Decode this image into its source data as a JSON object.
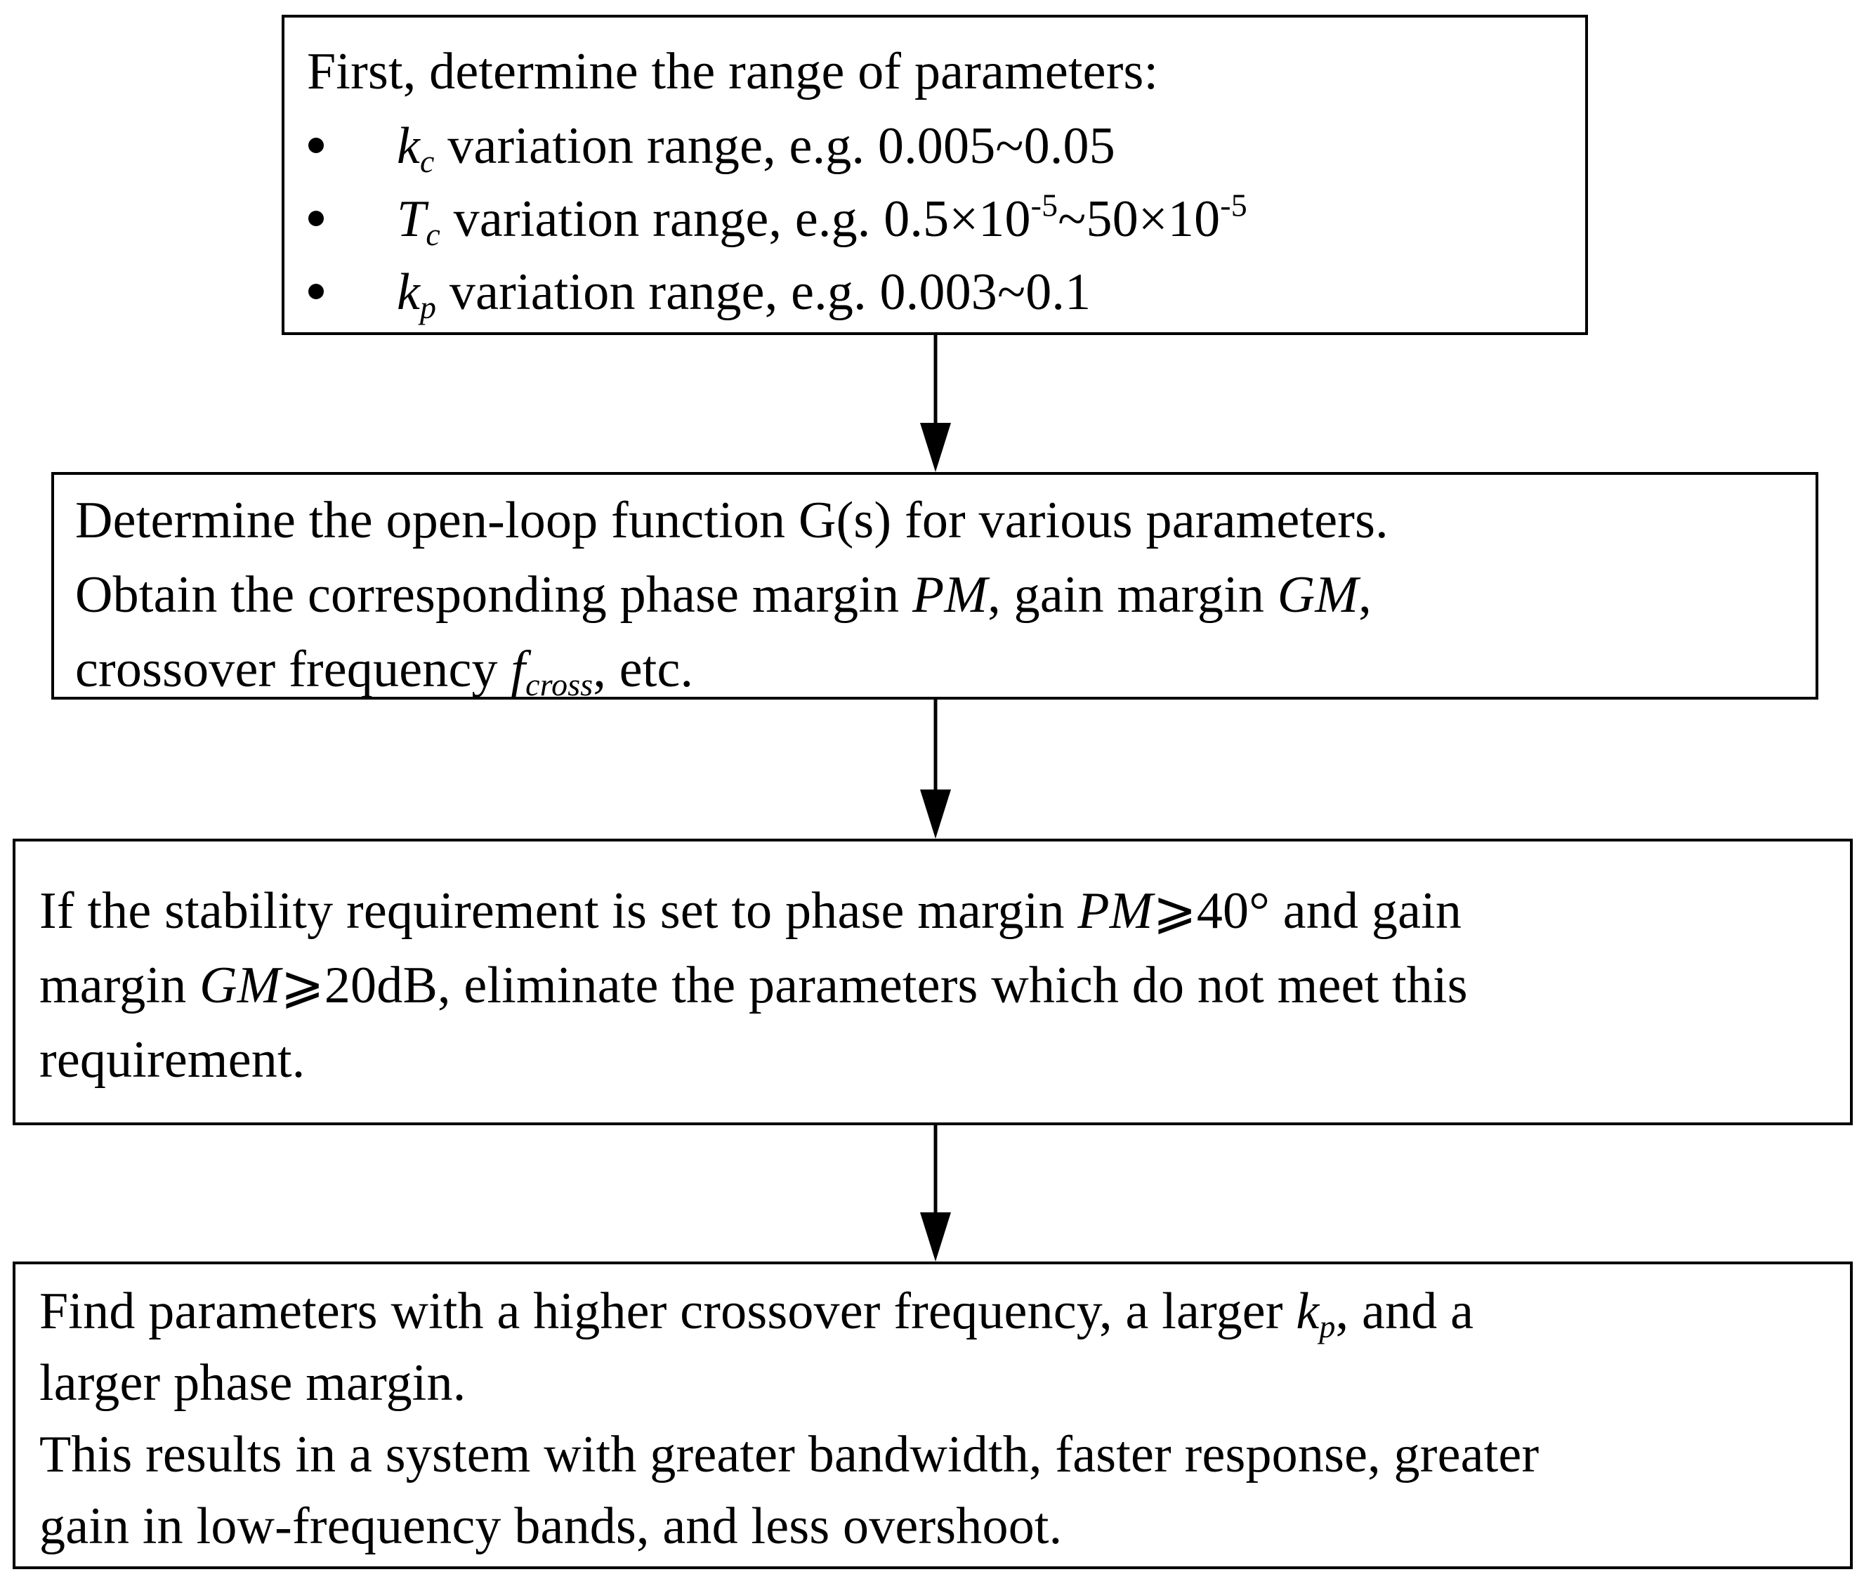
{
  "box1": {
    "heading": "First, determine the range of parameters:",
    "items": [
      {
        "sym_main": "k",
        "sym_sub": "c",
        "text_before": " variation range, e.g. ",
        "value": "0.005~0.05"
      },
      {
        "sym_main": "T",
        "sym_sub": "c",
        "text_before": " variation range, e.g. ",
        "v1": "0.5×10",
        "e1": "-5",
        "tilde": "~",
        "v2": "50×10",
        "e2": "-5"
      },
      {
        "sym_main": "k",
        "sym_sub": "p",
        "text_before": " variation range, e.g. ",
        "value": "0.003~0.1"
      }
    ]
  },
  "box2": {
    "line1": "Determine the open-loop function G(s) for various parameters.",
    "line2_a": "Obtain the corresponding phase margin ",
    "line2_pm": "PM",
    "line2_b": ", gain margin ",
    "line2_gm": "GM",
    "line2_c": ",",
    "line3_a": "crossover frequency ",
    "line3_f": "f",
    "line3_sub": "cross",
    "line3_b": ", etc."
  },
  "box3": {
    "line1_a": "If the stability requirement is set to phase margin ",
    "line1_pm": "PM",
    "line1_b": "⩾40° and gain",
    "line2_a": "margin ",
    "line2_gm": "GM",
    "line2_b": "⩾20dB, eliminate the parameters which do not meet this",
    "line3": "requirement."
  },
  "box4": {
    "line1_a": "Find parameters with a higher crossover frequency, a larger ",
    "line1_k": "k",
    "line1_sub": "p",
    "line1_b": ", and a",
    "line2": "larger phase margin.",
    "line3": "This results in a system with greater bandwidth, faster response, greater",
    "line4": "gain in low-frequency bands, and less overshoot."
  }
}
